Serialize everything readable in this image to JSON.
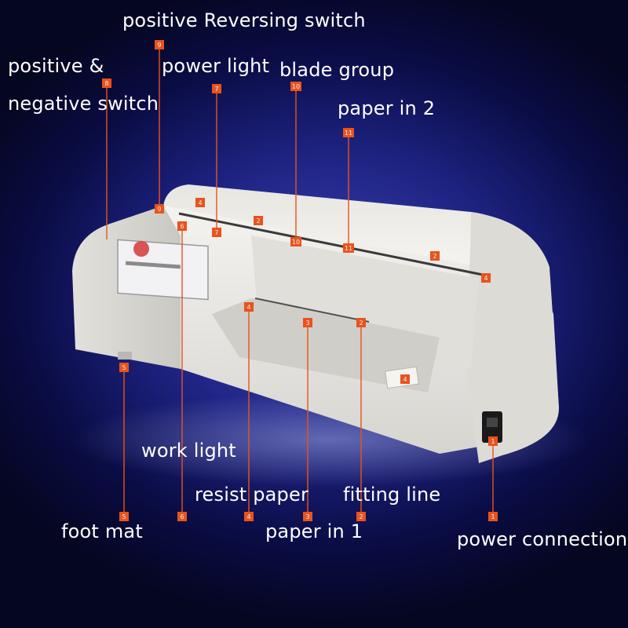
{
  "labels": {
    "l9": "positive Reversing switch",
    "l8a": "positive &",
    "l8b": "negative switch",
    "l7": "power light",
    "l10": "blade group",
    "l11": "paper in 2",
    "l6": "work light",
    "l4": "resist paper",
    "l2": "fitting line",
    "l5": "foot mat",
    "l3": "paper in 1",
    "l1": "power connection"
  },
  "callouts": [
    {
      "id": "c9",
      "num": "9"
    },
    {
      "id": "c8",
      "num": "8"
    },
    {
      "id": "c7",
      "num": "7"
    },
    {
      "id": "c10",
      "num": "10"
    },
    {
      "id": "c11",
      "num": "11"
    },
    {
      "id": "c5",
      "num": "5"
    },
    {
      "id": "c6",
      "num": "6"
    },
    {
      "id": "c4",
      "num": "4"
    },
    {
      "id": "c3",
      "num": "3"
    },
    {
      "id": "c2",
      "num": "2"
    },
    {
      "id": "c1",
      "num": "1"
    }
  ],
  "machine_badges": [
    "9",
    "4",
    "6",
    "7",
    "2",
    "10",
    "11",
    "2",
    "4",
    "4",
    "3",
    "2",
    "4"
  ],
  "colors": {
    "badge": "#e8531d",
    "leader": "#e8531d",
    "label_text": "#ffffff",
    "machine_body": "#e9e8e4"
  }
}
